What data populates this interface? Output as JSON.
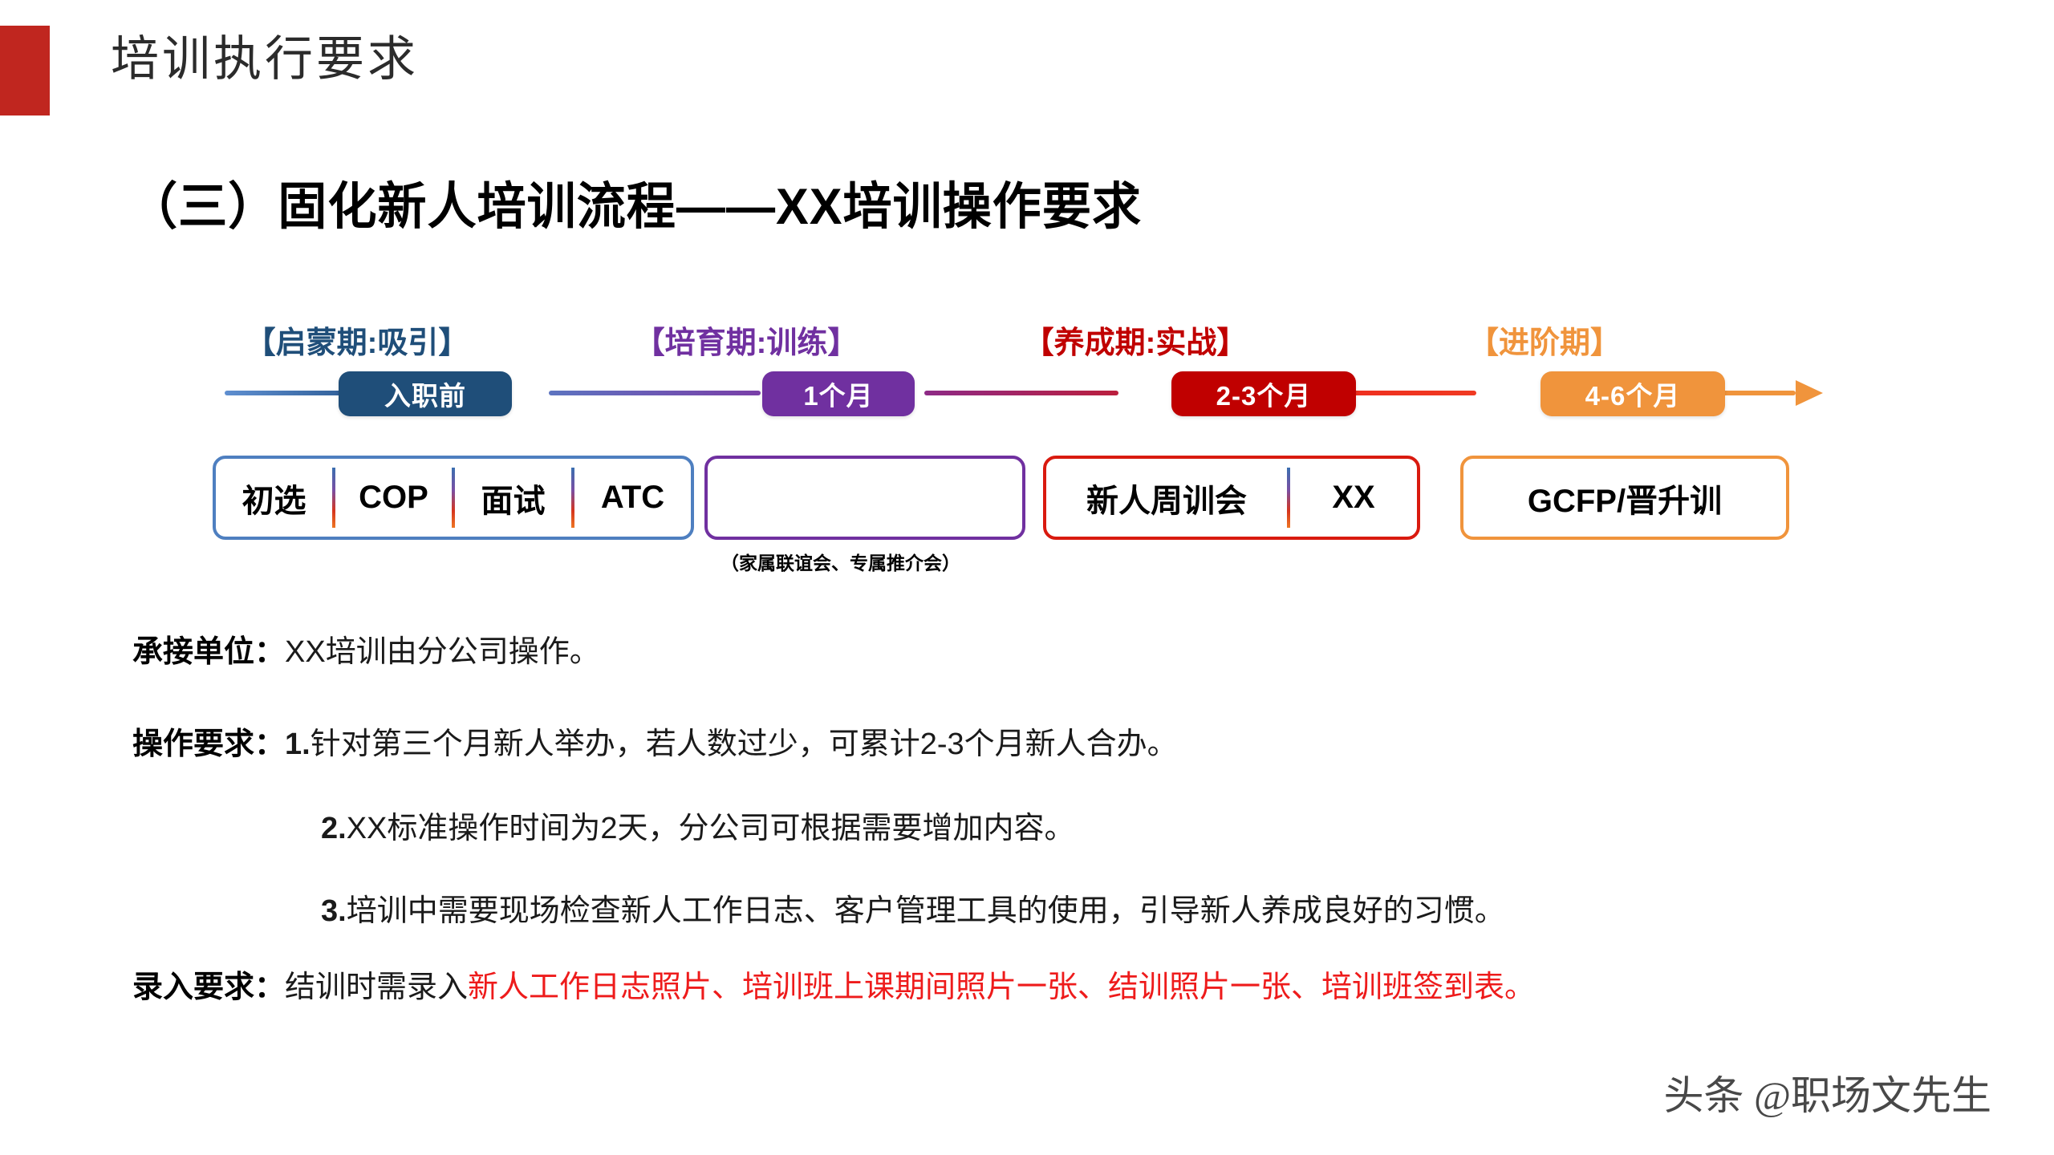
{
  "header": {
    "accent_color": "#c0261f",
    "title": "培训执行要求"
  },
  "main_title": "（三）固化新人培训流程——XX培训操作要求",
  "timeline": {
    "stages": [
      {
        "label": "【启蒙期:吸引】",
        "label_color": "#1f4e79",
        "pill": "入职前",
        "pill_color": "#1f4e79",
        "line_color": "#4e7fc0"
      },
      {
        "label": "【培育期:训练】",
        "label_color": "#7030a0",
        "pill": "1个月",
        "pill_color": "#7030a0",
        "line_color": "#7158b8"
      },
      {
        "label": "【养成期:实战】",
        "label_color": "#c00000",
        "pill": "2-3个月",
        "pill_color": "#c00000",
        "line_color": "#a8275c"
      },
      {
        "label": "【进阶期】",
        "label_color": "#f0943c",
        "pill": "4-6个月",
        "pill_color": "#f0943c",
        "line_color": "#ee2a1e"
      }
    ],
    "tail_line_color": "#f0943c",
    "arrow_color": "#f0943c"
  },
  "stage_boxes": [
    {
      "border_color": "#4e7fc0",
      "cells": [
        "初选",
        "COP",
        "面试",
        "ATC"
      ],
      "caption": ""
    },
    {
      "border_color": "#7030a0",
      "cells": [],
      "caption": "（家属联谊会、专属推介会）"
    },
    {
      "border_color": "#d91a0f",
      "cells": [
        "新人周训会",
        "XX"
      ],
      "caption": ""
    },
    {
      "border_color": "#f0943c",
      "cells": [
        "GCFP/晋升训"
      ],
      "caption": ""
    }
  ],
  "body": {
    "line1_label": "承接单位：",
    "line1_text": "XX培训由分公司操作。",
    "line2_label": "操作要求：",
    "line2_num": "1.",
    "line2_text": "针对第三个月新人举办，若人数过少，可累计2-3个月新人合办。",
    "line3_num": "2.",
    "line3_text": "XX标准操作时间为2天，分公司可根据需要增加内容。",
    "line4_num": "3.",
    "line4_text": "培训中需要现场检查新人工作日志、客户管理工具的使用，引导新人养成良好的习惯。",
    "line5_label": "录入要求：",
    "line5_text": "结训时需录入",
    "line5_red": "新人工作日志照片、培训班上课期间照片一张、结训照片一张、培训班签到表。",
    "red_color": "#ee1b1b"
  },
  "watermark": "头条 @职场文先生"
}
